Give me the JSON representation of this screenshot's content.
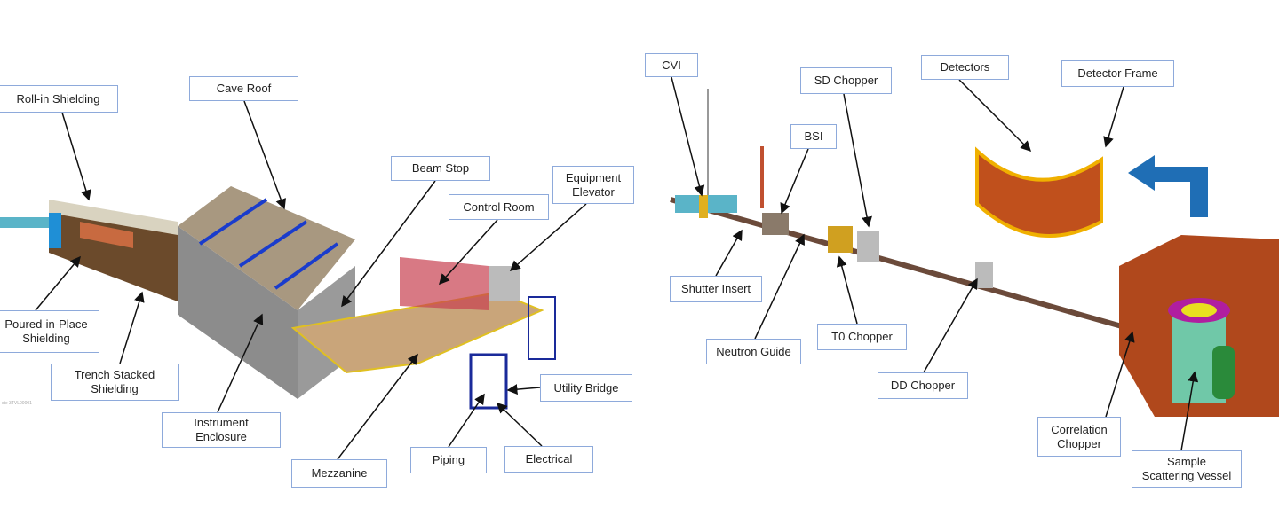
{
  "left_diagram": {
    "labels": {
      "roll_in": "Roll-in Shielding",
      "cave_roof": "Cave Roof",
      "beam_stop": "Beam Stop",
      "equipment_elevator": "Equipment\nElevator",
      "control_room": "Control Room",
      "poured": "Poured-in-Place\nShielding",
      "trench": "Trench  Stacked\nShielding",
      "enclosure": "Instrument\nEnclosure",
      "mezzanine": "Mezzanine",
      "piping": "Piping",
      "electrical": "Electrical",
      "utility_bridge": "Utility Bridge"
    },
    "credit": "ste 3TVL00001"
  },
  "right_diagram": {
    "labels": {
      "cvi": "CVI",
      "sd_chopper": "SD Chopper",
      "detectors": "Detectors",
      "detector_frame": "Detector Frame",
      "bsi": "BSI",
      "shutter_insert": "Shutter Insert",
      "neutron_guide": "Neutron  Guide",
      "t0_chopper": "T0 Chopper",
      "dd_chopper": "DD Chopper",
      "correlation_chopper": "Correlation\nChopper",
      "sample_vessel": "Sample\nScattering Vessel"
    }
  },
  "colors": {
    "label_border": "#8eaadb",
    "arrow": "#1f6eb5"
  }
}
